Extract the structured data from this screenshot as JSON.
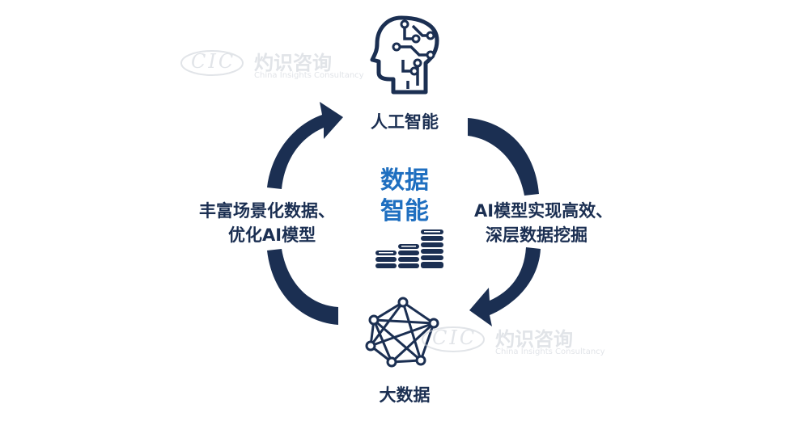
{
  "nodes": {
    "top_label": "人工智能",
    "bottom_label": "大数据"
  },
  "center": {
    "line1": "数据",
    "line2": "智能"
  },
  "left_text": {
    "line1": "丰富场景化数据、",
    "line2": "优化AI模型"
  },
  "right_text": {
    "line1": "AI模型实现高效、",
    "line2": "深层数据挖掘"
  },
  "watermark": {
    "logo": "CIC",
    "name_cn": "灼识咨询",
    "name_en": "China Insights Consultancy"
  },
  "colors": {
    "navy": "#1b2f52",
    "accent_blue": "#1f6fc0",
    "watermark_gray": "#c9ced6"
  }
}
